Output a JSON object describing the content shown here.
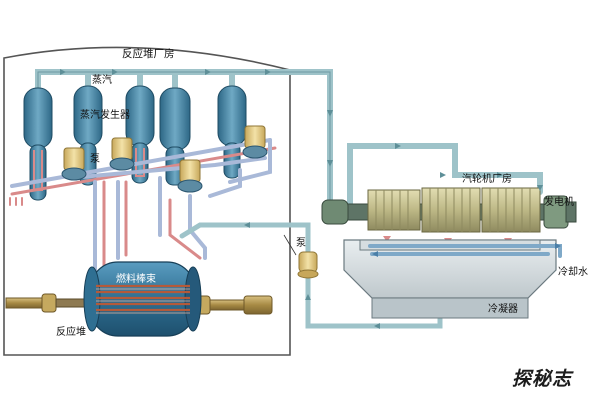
{
  "labels": {
    "reactor_building": "反应堆厂房",
    "steam": "蒸汽",
    "steam_generator": "蒸汽发生器",
    "pump_left": "泵",
    "pump_right": "泵",
    "fuel_rods": "燃料棒束",
    "reactor": "反应堆",
    "turbine_hall": "汽轮机厂房",
    "generator": "发电机",
    "cooling_water": "冷却水",
    "condenser": "冷凝器"
  },
  "logo": {
    "text": "探秘志"
  },
  "colors": {
    "steam_pipe": "#9ec3c9",
    "hot_pipe": "#d98a8a",
    "cold_pipe": "#a9b9d8",
    "vessel": "#3e7f9f",
    "pump": "#e8cf86",
    "turbine": "#c9c597",
    "generator": "#7f9a80",
    "rod_handle": "#b79a55"
  }
}
